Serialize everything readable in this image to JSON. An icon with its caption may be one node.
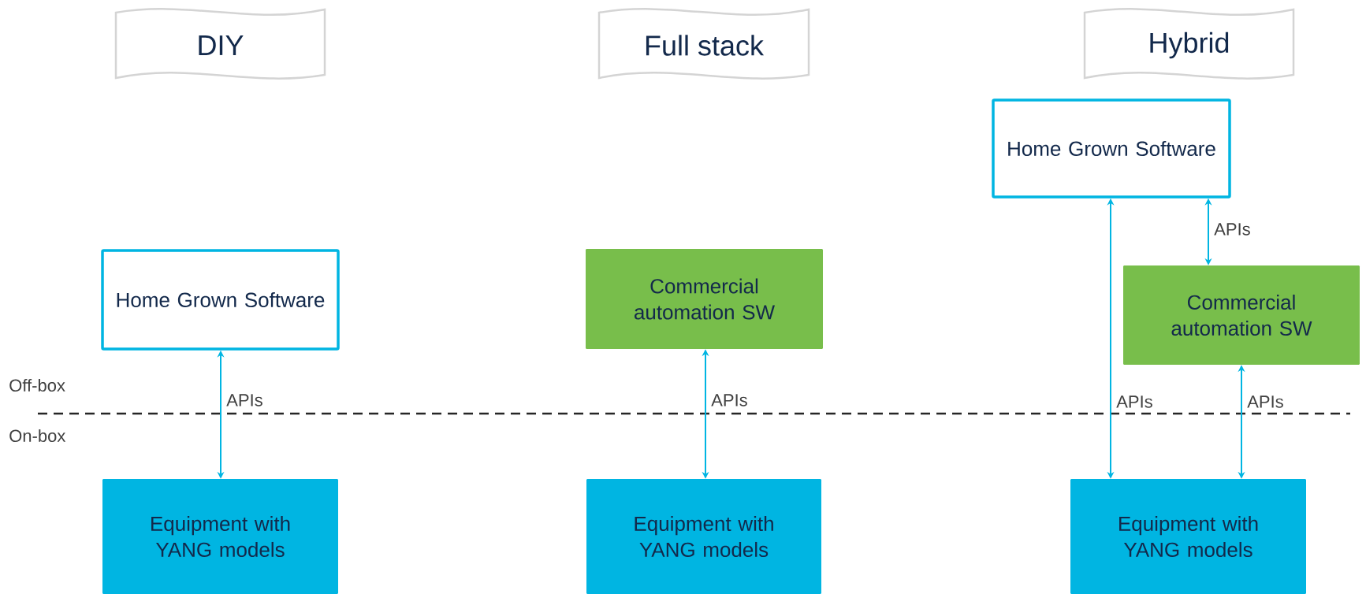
{
  "diagram": {
    "nodes": [
      {
        "text": [
          "DIY"
        ]
      },
      {
        "text": [
          "Full stack"
        ]
      },
      {
        "text": [
          "Hybrid"
        ]
      },
      {
        "text": [
          "Home Grown Software"
        ]
      },
      {
        "text": [
          "Commercial automation SW"
        ]
      },
      {
        "text": [
          "Home Grown Software"
        ]
      },
      {
        "text": [
          "Commercial automation SW"
        ]
      },
      {
        "text": [
          "Equipment with YANG models"
        ]
      },
      {
        "text": [
          "Equipment with YANG models"
        ]
      },
      {
        "text": [
          "Equipment with YANG models"
        ]
      }
    ],
    "edges": [
      {
        "from": 3,
        "to": 7,
        "arrow": "both",
        "label": "APIs"
      },
      {
        "from": 4,
        "to": 8,
        "arrow": "both",
        "label": "APIs"
      },
      {
        "from": 5,
        "to": 9,
        "arrow": "both",
        "label": "APIs"
      },
      {
        "from": 5,
        "to": 6,
        "arrow": "both",
        "label": "APIs"
      },
      {
        "from": 6,
        "to": 9,
        "arrow": "both",
        "label": "APIs"
      }
    ],
    "labels": [
      "Off-box",
      "On-box"
    ]
  }
}
